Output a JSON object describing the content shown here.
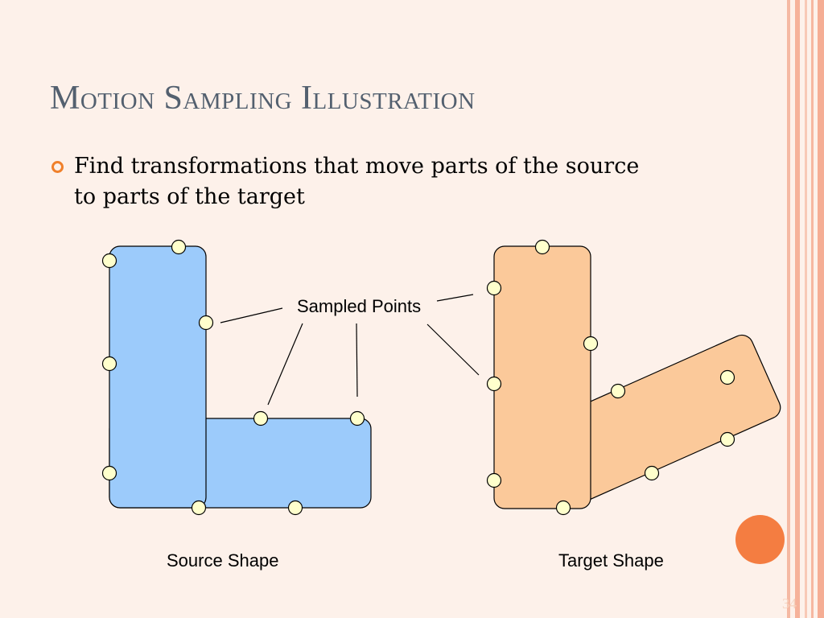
{
  "slide": {
    "title": "Motion Sampling Illustration",
    "bullet": "Find transformations that move parts of the source to parts of the target",
    "page_number": "34"
  },
  "diagram": {
    "callout_label": "Sampled Points",
    "source_label": "Source Shape",
    "target_label": "Target Shape"
  },
  "colors": {
    "background": "#fdf1ea",
    "title": "#53606f",
    "bullet": "#f0802b",
    "source_fill": "#9ccbfb",
    "target_fill": "#fbc99a",
    "sample_point": "#ffffcc",
    "accent_circle": "#f47d41",
    "border_stripes": "#f5b39c"
  }
}
